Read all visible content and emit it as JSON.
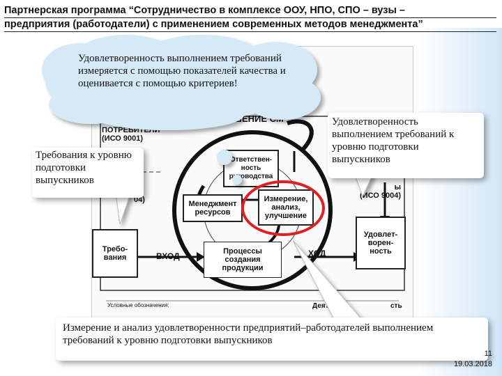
{
  "title": {
    "line1": "Партнерская программа “Сотрудничество в комплексе ООУ, НПО, СПО – вузы –",
    "line2": "предприятия (работодатели) с применением современных методов менеджмента”"
  },
  "callouts": {
    "cloud": "Удовлетворенность выполнением требований измеряется с помощью показателей качества и оценивается с помощью критериев!",
    "requirements": "Требования к уровню подготовки выпускников",
    "satisfaction": "Удовлетворенность выполнением требований к уровню подготовки выпускников",
    "measurement": "Измерение и анализ удовлетворенности предприятий–работодателей выполнением требований к уровню подготовки выпускников"
  },
  "diagram": {
    "banner": "УЛУЧШЕНИЕ СМ",
    "left_header": "ПОТРЕБИТЕЛИ\n(ИСО 9001)",
    "left_year": "04)",
    "right_header": "ы\n(ИСО 9004)",
    "boxes": {
      "responsibility": "Ответствен-\nность\nруководства",
      "resources": "Менеджмент\nресурсов",
      "measurement": "Измерение,\nанализ,\nулучшение",
      "processes": "Процессы\nсоздания\nпродукции",
      "requirements": "Требо-\nвания",
      "satisfaction": "Удовлет-\nворен-\nность"
    },
    "input_label": "ВХОД",
    "output_label": "ХОД",
    "legend": "Условные обозначения:",
    "activity": "Деятель",
    "activity_end": "сть"
  },
  "footer": {
    "page_number": "11",
    "date": "19.03.2018"
  },
  "colors": {
    "highlight_ring": "#e02020",
    "callout_bg": "#ffffff",
    "cloud_bg": "#d6e9f7",
    "background_tint": "#cfe6f7"
  }
}
